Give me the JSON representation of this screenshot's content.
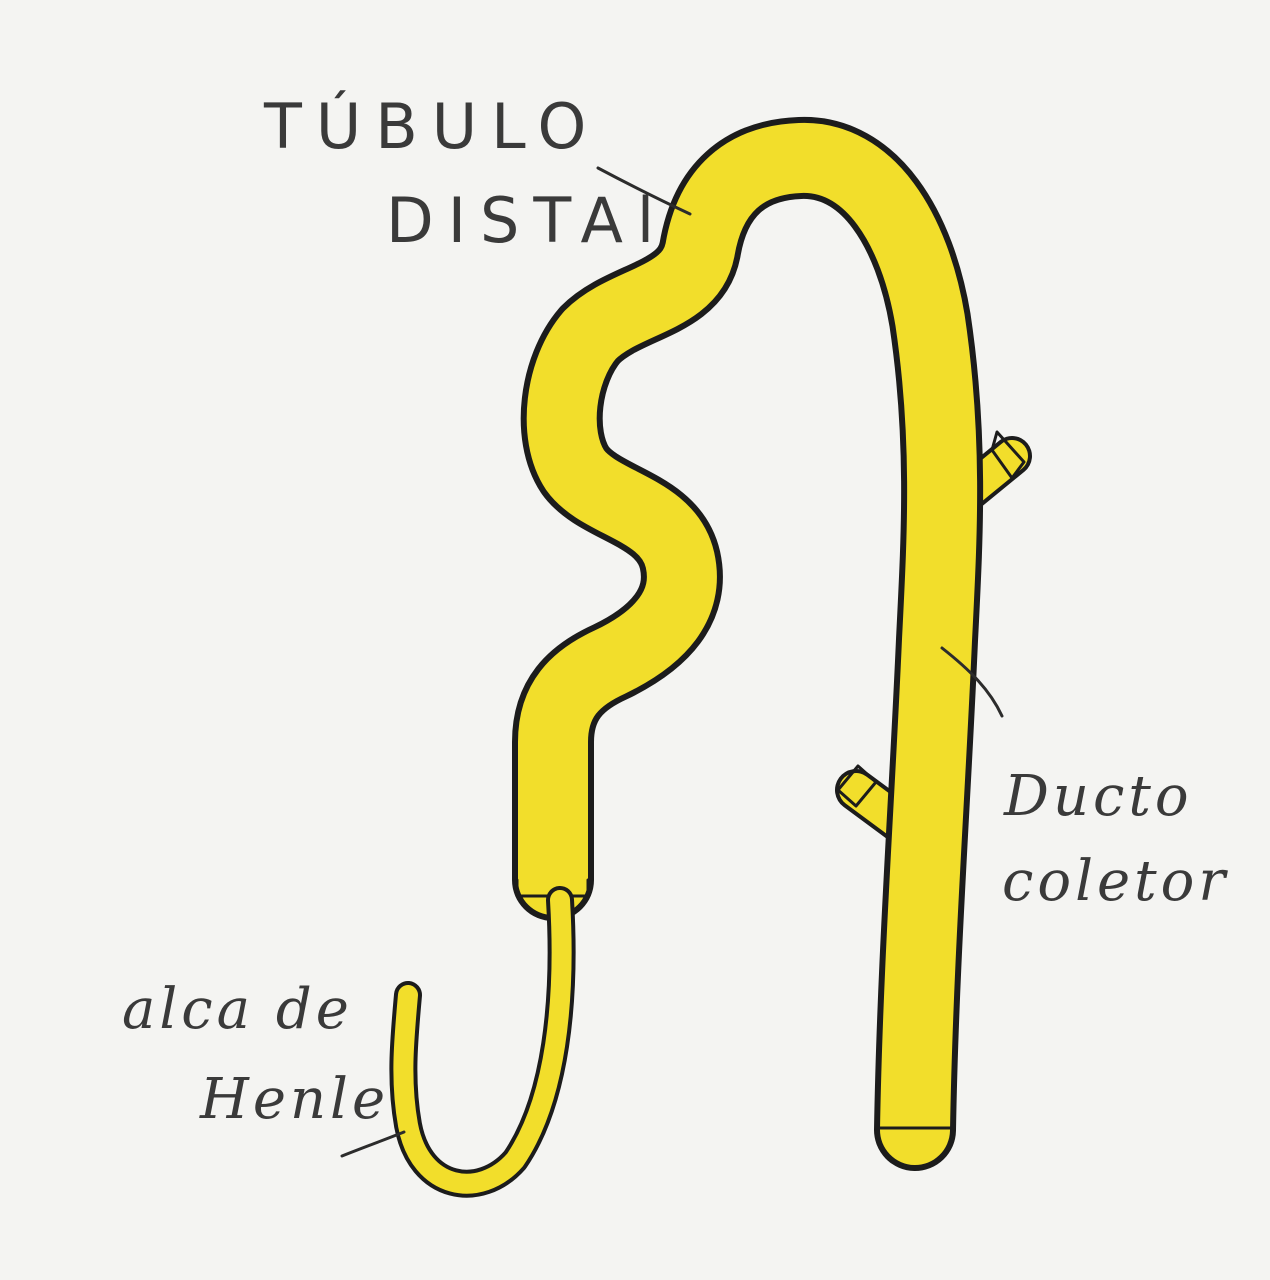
{
  "colors": {
    "tubule": "#f2de2b",
    "outline": "#1c1c1c",
    "paper": "#f4f4f2",
    "text": "#3a3a3a"
  },
  "labels": {
    "distal_tubule_line1": "TÚBULO",
    "distal_tubule_line2": "DISTAl",
    "collecting_duct_line1": "Ducto",
    "collecting_duct_line2": "coletor",
    "loop_line1": "alca de",
    "loop_line2": "Henle"
  }
}
